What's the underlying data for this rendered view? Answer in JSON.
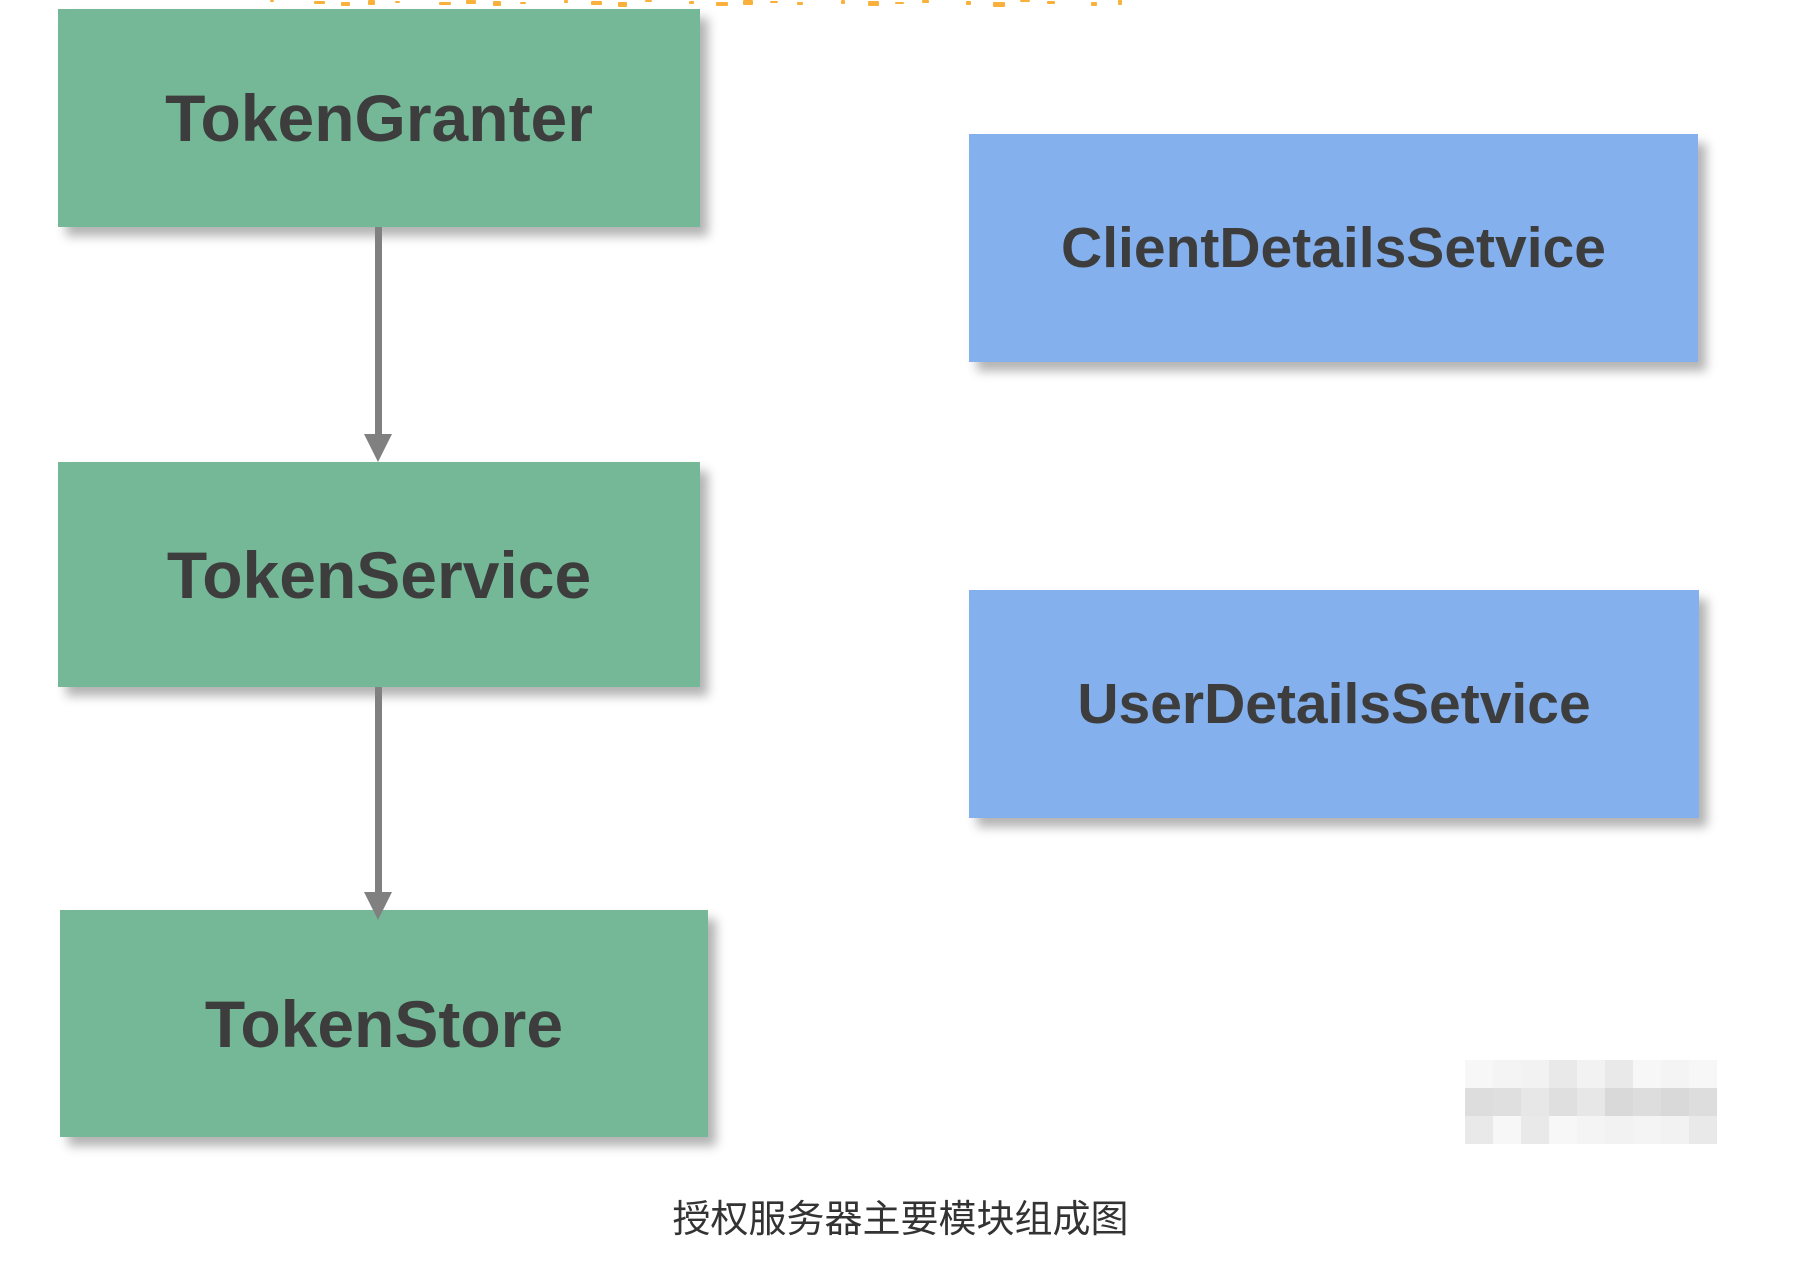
{
  "page": {
    "background": "#ffffff",
    "caption": "授权服务器主要模块组成图"
  },
  "diagram": {
    "flow_nodes": [
      {
        "id": "token-granter",
        "label": "TokenGranter"
      },
      {
        "id": "token-service",
        "label": "TokenService"
      },
      {
        "id": "token-store",
        "label": "TokenStore"
      }
    ],
    "side_nodes": [
      {
        "id": "client-details-service",
        "label": "ClientDetailsSetvice"
      },
      {
        "id": "user-details-service",
        "label": "UserDetailsSetvice"
      }
    ],
    "connections": [
      {
        "from": "TokenGranter",
        "to": "TokenService",
        "style": "arrow-down"
      },
      {
        "from": "TokenService",
        "to": "TokenStore",
        "style": "arrow-down"
      }
    ]
  },
  "colors": {
    "page_bg": "#ffffff",
    "flow_node_fill": "#75b897",
    "side_node_fill": "#84b0ee",
    "node_text": "#3d3d3d",
    "arrow": "#808080",
    "caption_text": "#333333",
    "clipped_text_top": "#f9b13c",
    "watermark_blocks": [
      "#f4f4f4",
      "#dddddd",
      "#e2e2e2",
      "#d9d9d9",
      "#eeeeee",
      "#e7e7e7",
      "#f0f0f0",
      "#dfdfdf"
    ]
  }
}
